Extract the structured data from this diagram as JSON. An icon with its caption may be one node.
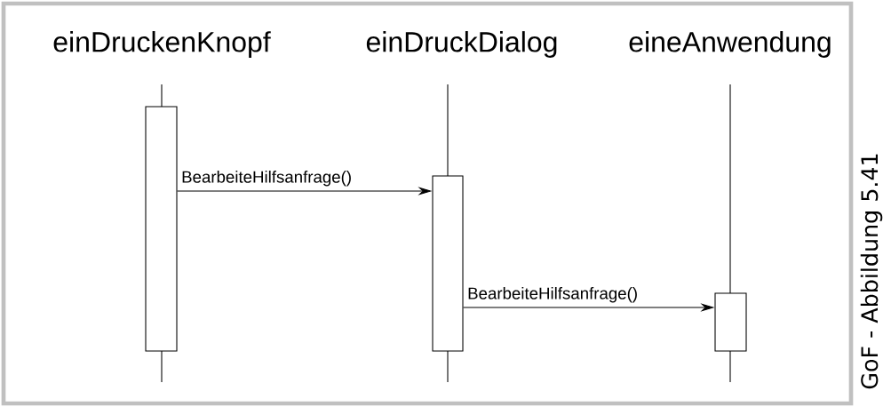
{
  "diagram": {
    "nodes": [
      {
        "text": [
          "einDruckenKnopf"
        ]
      },
      {
        "text": [
          "einDruckDialog"
        ]
      },
      {
        "text": [
          "eineAnwendung"
        ]
      },
      {
        "text": [],
        "shape": "bar"
      },
      {
        "text": [],
        "shape": "bar"
      },
      {
        "text": [],
        "shape": "bar"
      }
    ],
    "edges": [
      {
        "from": 3,
        "to": 4,
        "arrow": "to",
        "label": "BearbeiteHilfsanfrage()"
      },
      {
        "from": 4,
        "to": 5,
        "arrow": "to",
        "label": "BearbeiteHilfsanfrage()"
      }
    ],
    "labels": [
      "GoF - Abbildung 5.41"
    ]
  }
}
